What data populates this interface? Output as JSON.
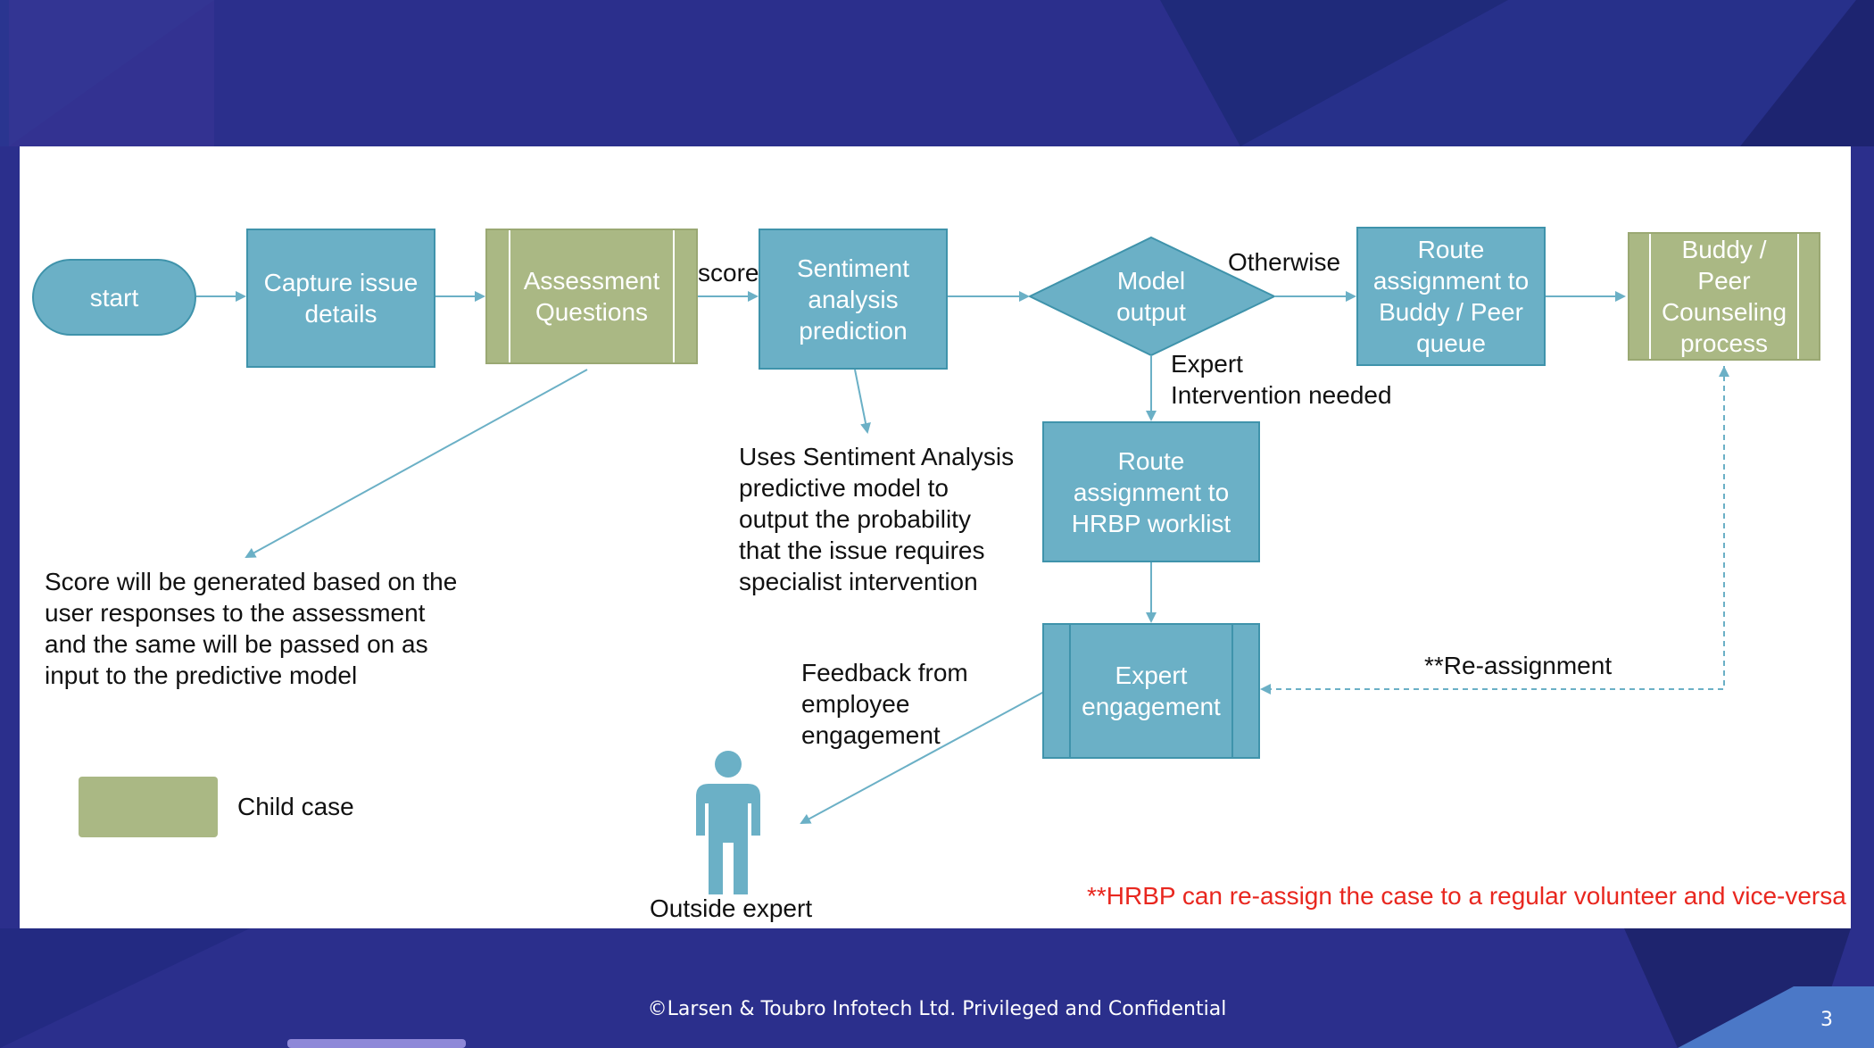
{
  "nodes": {
    "start": "start",
    "capture": "Capture issue details",
    "assessment": "Assessment Questions",
    "sentiment": "Sentiment analysis prediction",
    "model_output": "Model output",
    "route_buddy": "Route assignment to Buddy / Peer queue",
    "buddy_process": "Buddy / Peer Counseling process",
    "route_hrbp": "Route assignment to HRBP worklist",
    "expert_engagement": "Expert engagement"
  },
  "labels": {
    "score": "score",
    "otherwise": "Otherwise",
    "expert_needed_1": "Expert",
    "expert_needed_2": "Intervention needed",
    "sentiment_note": [
      "Uses Sentiment Analysis",
      "predictive model to",
      "output the probability",
      "that the issue requires",
      "specialist intervention"
    ],
    "score_note": [
      "Score will be generated based on the",
      "user responses to the assessment",
      "and the same will be passed on as",
      "input to the predictive model"
    ],
    "feedback_note": [
      "Feedback from",
      "employee",
      "engagement"
    ],
    "reassignment": "**Re-assignment",
    "outside_expert": "Outside expert",
    "hrbp_note": "**HRBP can re-assign the case to a regular volunteer and vice-versa"
  },
  "legend": {
    "child_case": "Child case"
  },
  "footer": {
    "copyright": "©Larsen & Toubro Infotech Ltd. Privileged and Confidential",
    "page_number": "3"
  },
  "colors": {
    "teal": "#6bb0c6",
    "green": "#aab884",
    "arrow": "#6bb0c6",
    "note_red": "#e8271f",
    "background": "#2b2f8c"
  },
  "icons": {
    "person": "person-icon"
  }
}
